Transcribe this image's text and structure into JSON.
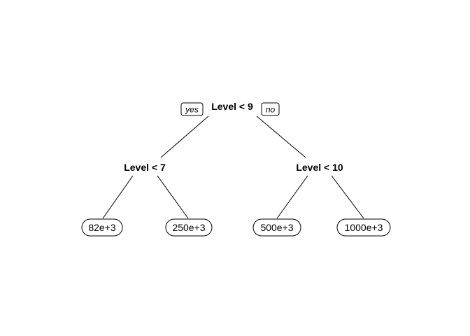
{
  "tree": {
    "root": {
      "label": "Level < 9",
      "yes_label": "yes",
      "no_label": "no"
    },
    "left_split": {
      "label": "Level < 7"
    },
    "right_split": {
      "label": "Level < 10"
    },
    "leaves": [
      {
        "label": "82e+3"
      },
      {
        "label": "250e+3"
      },
      {
        "label": "500e+3"
      },
      {
        "label": "1000e+3"
      }
    ]
  }
}
